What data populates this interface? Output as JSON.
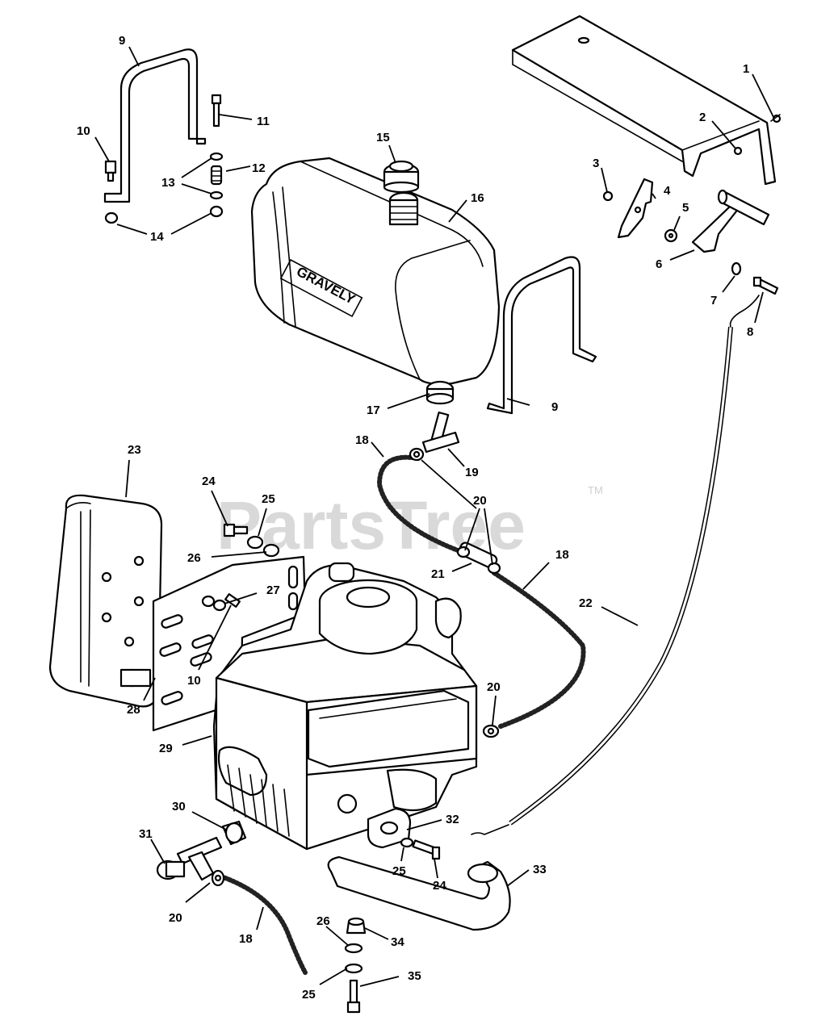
{
  "watermark": {
    "text": "PartsTree",
    "tm": "TM"
  },
  "tank_brand": "GRAVELY",
  "callouts": [
    {
      "id": "c1",
      "text": "1"
    },
    {
      "id": "c2",
      "text": "2"
    },
    {
      "id": "c3",
      "text": "3"
    },
    {
      "id": "c4",
      "text": "4"
    },
    {
      "id": "c5",
      "text": "5"
    },
    {
      "id": "c6",
      "text": "6"
    },
    {
      "id": "c7",
      "text": "7"
    },
    {
      "id": "c8",
      "text": "8"
    },
    {
      "id": "c9a",
      "text": "9"
    },
    {
      "id": "c9b",
      "text": "9"
    },
    {
      "id": "c10a",
      "text": "10"
    },
    {
      "id": "c10b",
      "text": "10"
    },
    {
      "id": "c11",
      "text": "11"
    },
    {
      "id": "c12",
      "text": "12"
    },
    {
      "id": "c13",
      "text": "13"
    },
    {
      "id": "c14",
      "text": "14"
    },
    {
      "id": "c15",
      "text": "15"
    },
    {
      "id": "c16",
      "text": "16"
    },
    {
      "id": "c17",
      "text": "17"
    },
    {
      "id": "c18a",
      "text": "18"
    },
    {
      "id": "c18b",
      "text": "18"
    },
    {
      "id": "c18c",
      "text": "18"
    },
    {
      "id": "c19",
      "text": "19"
    },
    {
      "id": "c20a",
      "text": "20"
    },
    {
      "id": "c20b",
      "text": "20"
    },
    {
      "id": "c20c",
      "text": "20"
    },
    {
      "id": "c21",
      "text": "21"
    },
    {
      "id": "c22",
      "text": "22"
    },
    {
      "id": "c23",
      "text": "23"
    },
    {
      "id": "c24a",
      "text": "24"
    },
    {
      "id": "c24b",
      "text": "24"
    },
    {
      "id": "c25a",
      "text": "25"
    },
    {
      "id": "c25b",
      "text": "25"
    },
    {
      "id": "c25c",
      "text": "25"
    },
    {
      "id": "c26a",
      "text": "26"
    },
    {
      "id": "c26b",
      "text": "26"
    },
    {
      "id": "c27",
      "text": "27"
    },
    {
      "id": "c28",
      "text": "28"
    },
    {
      "id": "c29",
      "text": "29"
    },
    {
      "id": "c30",
      "text": "30"
    },
    {
      "id": "c31",
      "text": "31"
    },
    {
      "id": "c32",
      "text": "32"
    },
    {
      "id": "c33",
      "text": "33"
    },
    {
      "id": "c34",
      "text": "34"
    },
    {
      "id": "c35",
      "text": "35"
    }
  ]
}
